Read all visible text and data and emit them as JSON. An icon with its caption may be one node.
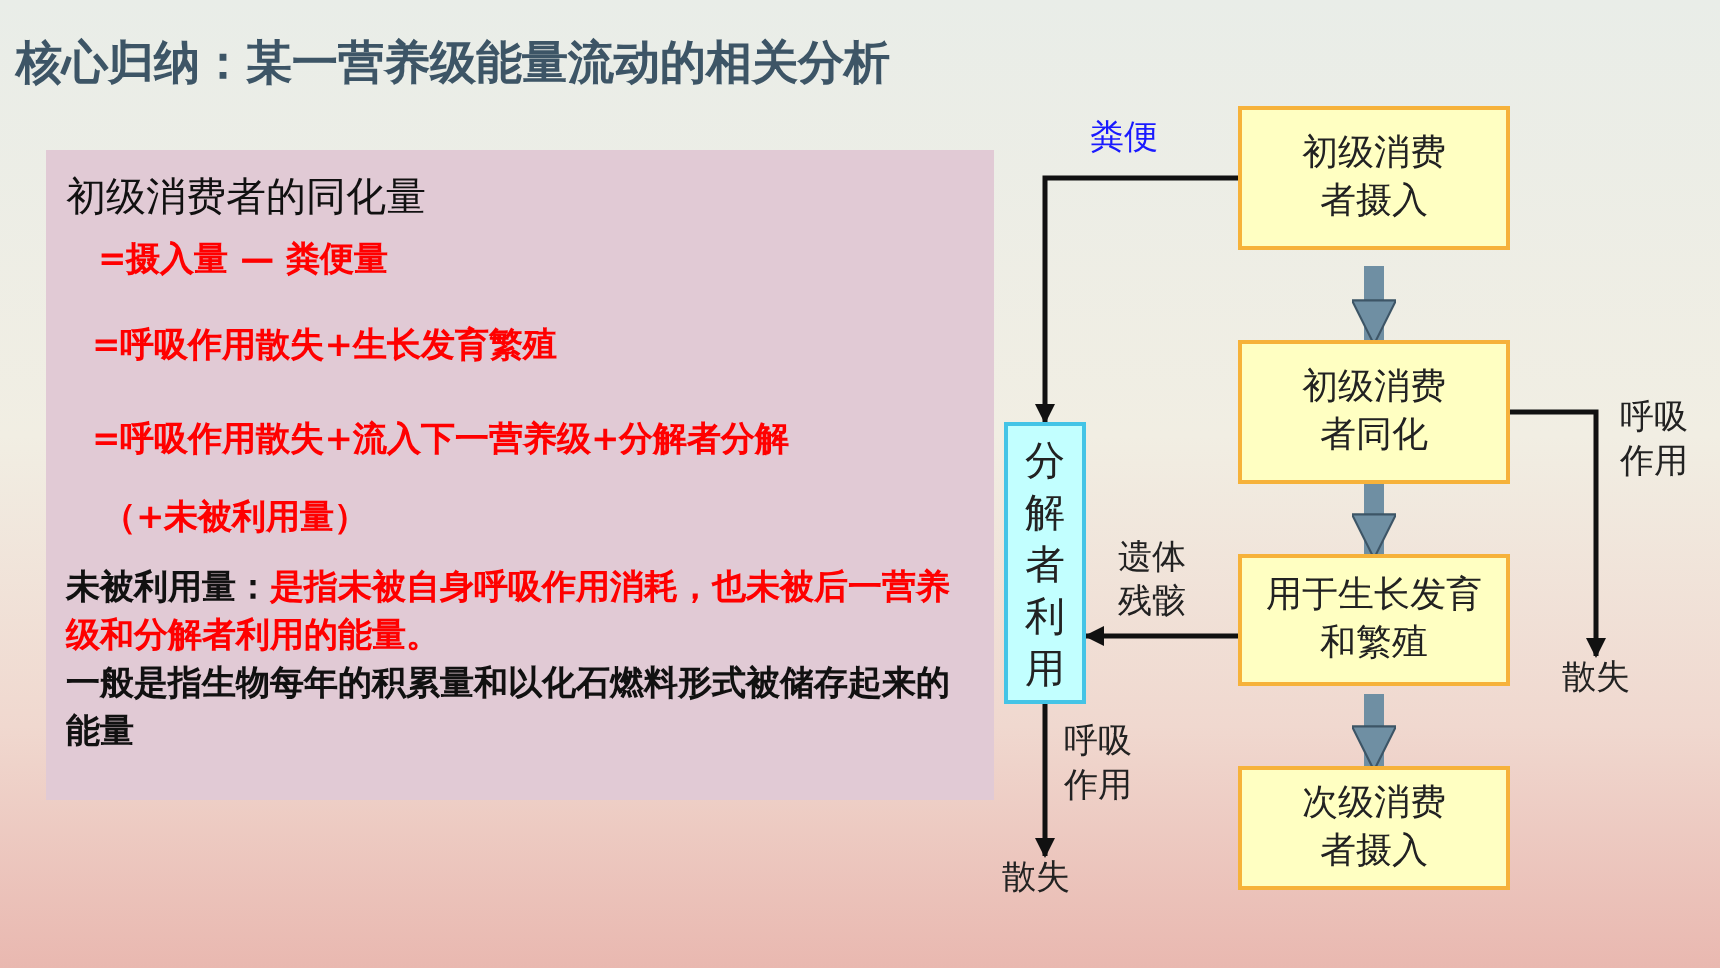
{
  "diagram": {
    "title": "核心归纳：某一营养级能量流动的相关分析",
    "nodes": [
      {
        "text": [
          "初级消费者的同化量",
          "=摄入量 — 粪便量",
          "=呼吸作用散失+生长发育繁殖",
          "=呼吸作用散失+流入下一营养级+分解者分解",
          "（+未被利用量）",
          "未被利用量：",
          "是指未被自身呼吸作用消耗，也未被后一营养级和分解者利用的能量。",
          "一般是指生物每年的积累量和以化石燃料形式被储存起来的能量"
        ]
      },
      {
        "text": [
          "初级消费者摄入"
        ]
      },
      {
        "text": [
          "初级消费者同化"
        ]
      },
      {
        "text": [
          "用于生长发育和繁殖"
        ]
      },
      {
        "text": [
          "次级消费者摄入"
        ]
      },
      {
        "text": [
          "分解者利用"
        ]
      },
      {
        "text": [
          "散失"
        ]
      },
      {
        "text": [
          "散失"
        ]
      }
    ],
    "edges": [
      {
        "from": 1,
        "to": 5,
        "arrow": "to",
        "label": "粪便"
      },
      {
        "from": 1,
        "to": 2,
        "arrow": "to",
        "style": "thick",
        "color": "#6f8fa3"
      },
      {
        "from": 2,
        "to": 3,
        "arrow": "to",
        "style": "thick",
        "color": "#6f8fa3"
      },
      {
        "from": 3,
        "to": 4,
        "arrow": "to",
        "style": "thick",
        "color": "#6f8fa3"
      },
      {
        "from": 2,
        "to": 6,
        "arrow": "to",
        "label": "呼吸作用"
      },
      {
        "from": 3,
        "to": 5,
        "arrow": "to",
        "label": "遗体残骸"
      },
      {
        "from": 5,
        "to": 7,
        "arrow": "to",
        "label": "呼吸作用"
      }
    ]
  }
}
